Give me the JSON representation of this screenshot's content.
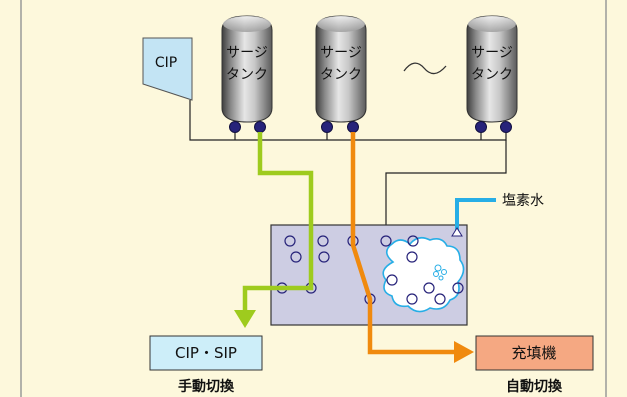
{
  "diagram": {
    "tanks": [
      {
        "line1": "サージ",
        "line2": "タンク"
      },
      {
        "line1": "サージ",
        "line2": "タンク"
      },
      {
        "line1": "サージ",
        "line2": "タンク"
      }
    ],
    "ellipsis": "〜",
    "cip_tank": "CIP",
    "chlorine": "塩素水",
    "dest_cip": {
      "label": "CIP・SIP",
      "caption": "手動切換"
    },
    "dest_filler": {
      "label": "充填機",
      "caption": "自動切換"
    },
    "colors": {
      "background": "#fdf8dc",
      "border": "#9a9a9a",
      "frame": "#cdcde3",
      "lime": "#9ecb1e",
      "orange": "#f08a0e",
      "cyan": "#27aee6",
      "valve": "#27237a",
      "cip_box": "#cdeef9",
      "filler_box": "#f5a882",
      "cip_tank": "#c3e4f4"
    }
  }
}
